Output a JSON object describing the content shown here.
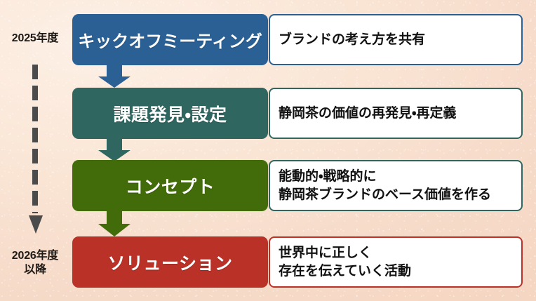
{
  "palette": {
    "background_light": "#fdf0e6",
    "background_deep": "#f5d6c2",
    "blue": "#2b6094",
    "teal": "#2f6660",
    "green": "#426b0a",
    "red": "#b93127",
    "timeline_gray": "#4b4b4b",
    "detail_text": "#111111",
    "stage_text": "#ffffff"
  },
  "timeline": {
    "start_label": "2025年度",
    "end_label": "2026年度\n以降",
    "arrow_icon": "down-arrow-dashed-icon"
  },
  "rows": [
    {
      "stage_label": "キックオフミーティング",
      "detail_text": "ブランドの考え方を共有",
      "color": "#2b6094",
      "connector_icon": "down-arrow-icon"
    },
    {
      "stage_label": "課題発見・設定",
      "detail_text": "静岡茶の価値の再発見・再定義",
      "color": "#2f6660",
      "connector_icon": "down-arrow-icon"
    },
    {
      "stage_label": "コンセプト",
      "detail_text": "能動的・戦略的に\n静岡茶ブランドのベース価値を作る",
      "color": "#426b0a",
      "connector_icon": "down-arrow-icon"
    },
    {
      "stage_label": "ソリューション",
      "detail_text": "世界中に正しく\n存在を伝えていく活動",
      "color": "#b93127",
      "connector_icon": null
    }
  ]
}
